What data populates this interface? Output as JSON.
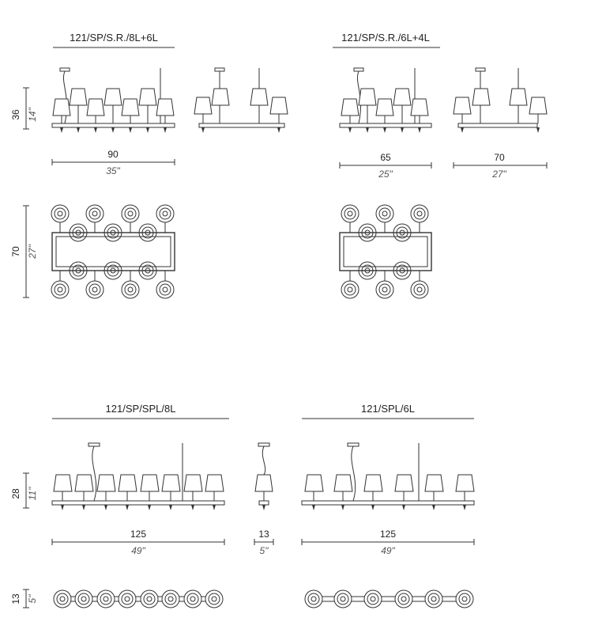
{
  "sections": {
    "top_left": {
      "title": "121/SP/S.R./8L+6L",
      "height_cm": "36",
      "height_in": "14\"",
      "width_cm": "90",
      "width_in": "35\"",
      "depth_cm": "70",
      "depth_in": "27\""
    },
    "top_right": {
      "title": "121/SP/S.R./6L+4L",
      "width_a_cm": "65",
      "width_a_in": "25\"",
      "width_b_cm": "70",
      "width_b_in": "27\""
    },
    "bottom_left": {
      "title": "121/SP/SPL/8L",
      "height_cm": "28",
      "height_in": "11\"",
      "width_cm": "125",
      "width_in": "49\"",
      "side_cm": "13",
      "side_in": "5\"",
      "depth_cm": "13",
      "depth_in": "5\""
    },
    "bottom_right": {
      "title": "121/SPL/6L",
      "width_cm": "125",
      "width_in": "49\""
    }
  }
}
